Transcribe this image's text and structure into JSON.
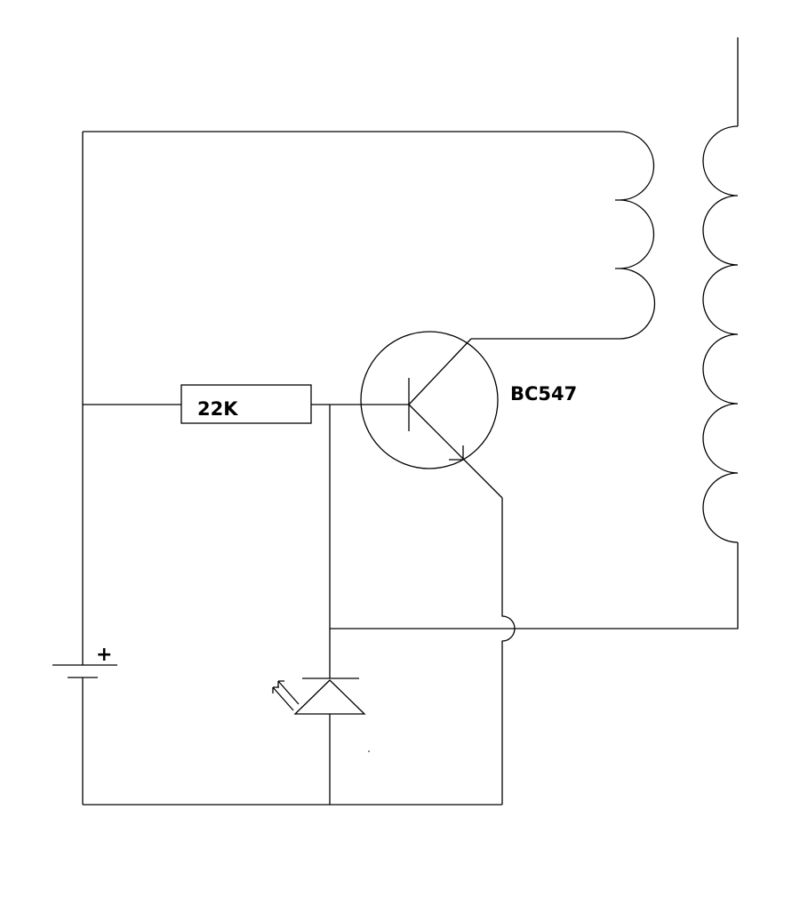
{
  "resistor": {
    "label": "22K"
  },
  "transistor": {
    "label": "BC547"
  },
  "battery": {
    "polarity_label": "+"
  },
  "colors": {
    "line": "#000000",
    "background": "#ffffff"
  },
  "components": [
    "resistor",
    "npn-transistor",
    "photodiode",
    "battery",
    "transformer-primary",
    "transformer-secondary"
  ]
}
